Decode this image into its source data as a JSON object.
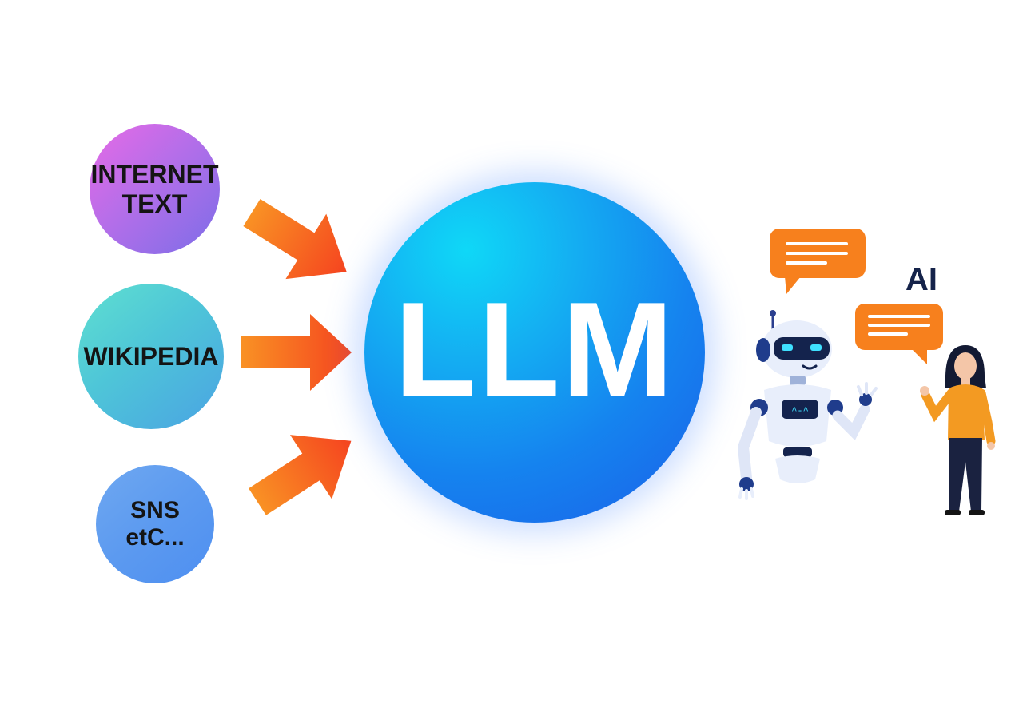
{
  "sources": [
    {
      "lines": [
        "INTERNET",
        "TEXT"
      ]
    },
    {
      "lines": [
        "WIKIPEDIA"
      ]
    },
    {
      "lines": [
        "SNS",
        "etC..."
      ]
    }
  ],
  "center": {
    "label": "LLM"
  },
  "output": {
    "label": "AI"
  },
  "colors": {
    "arrow_start": "#f99124",
    "arrow_end": "#f5441f",
    "llm_circle": "#1583ef",
    "bubble": "#f7801d",
    "robot_accent": "#1f3c8c",
    "robot_eyes": "#3fe0ff",
    "person_shirt": "#f39a22",
    "person_pants": "#1a2240"
  },
  "icons": [
    "robot-icon",
    "person-icon",
    "speech-bubble-icon"
  ]
}
